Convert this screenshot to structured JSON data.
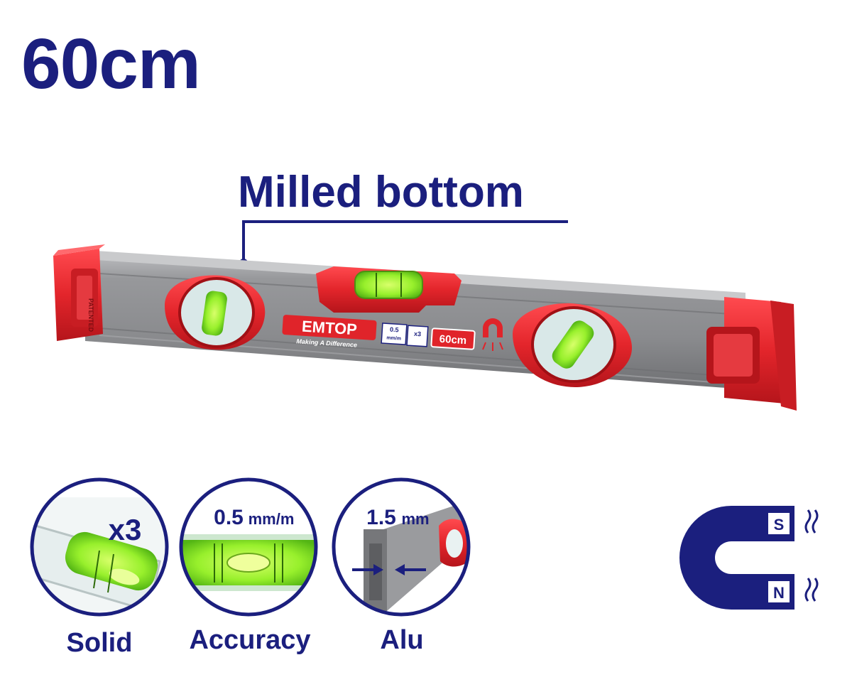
{
  "title": "60cm",
  "callout_label": "Milled bottom",
  "product": {
    "brand": "EMTOP",
    "slogan": "Making A Difference",
    "size_badge": "60cm",
    "accuracy_badge": "0.5",
    "accuracy_badge_unit": "mm/m",
    "vials_badge": "x3",
    "patent_mark": "PATENTED"
  },
  "features": [
    {
      "label": "Solid",
      "overlay": "x3",
      "icon": "vial-icon"
    },
    {
      "label": "Accuracy",
      "overlay": "0.5",
      "overlay_unit": "mm/m",
      "icon": "bubble-vial-icon"
    },
    {
      "label": "Alu",
      "overlay": "1.5",
      "overlay_unit": "mm",
      "icon": "aluminum-profile-icon"
    }
  ],
  "magnet": {
    "pole_s": "S",
    "pole_n": "N",
    "icon": "magnet-icon"
  },
  "colors": {
    "brand_blue": "#1b1f7e",
    "body_red": "#e0242a",
    "body_grey": "#8e8f91",
    "vial_green": "#8ef52a"
  }
}
